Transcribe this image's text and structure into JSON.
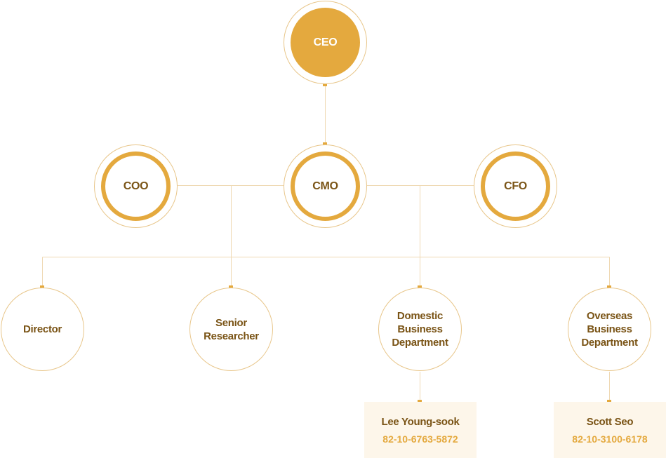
{
  "colors": {
    "accent": "#e4a93e",
    "line": "#efd9b3",
    "text": "#7a5416",
    "card_bg": "#fdf6ea"
  },
  "nodes": {
    "ceo": "CEO",
    "coo": "COO",
    "cmo": "CMO",
    "cfo": "CFO",
    "director": "Director",
    "senior_researcher": [
      "Senior",
      "Researcher"
    ],
    "domestic": [
      "Domestic",
      "Business",
      "Department"
    ],
    "overseas": [
      "Overseas",
      "Business",
      "Department"
    ]
  },
  "contacts": {
    "domestic": {
      "name": "Lee Young-sook",
      "phone": "82-10-6763-5872"
    },
    "overseas": {
      "name": "Scott Seo",
      "phone": "82-10-3100-6178"
    }
  }
}
